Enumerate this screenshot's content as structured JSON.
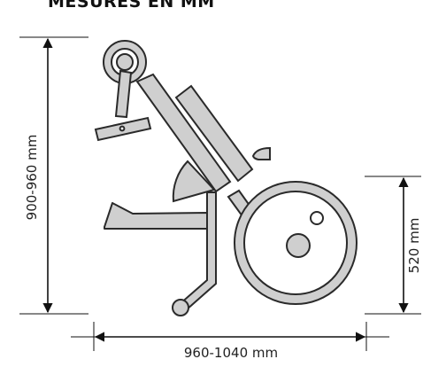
{
  "title": "MESURES EN MM",
  "dimensions": {
    "height": "900-960 mm",
    "length": "960-1040 mm",
    "wheel_height": "520 mm"
  },
  "colors": {
    "part_fill": "#cfcfcf",
    "part_stroke": "#2a2a2a",
    "dimension_line": "#111111",
    "background": "#ffffff"
  }
}
